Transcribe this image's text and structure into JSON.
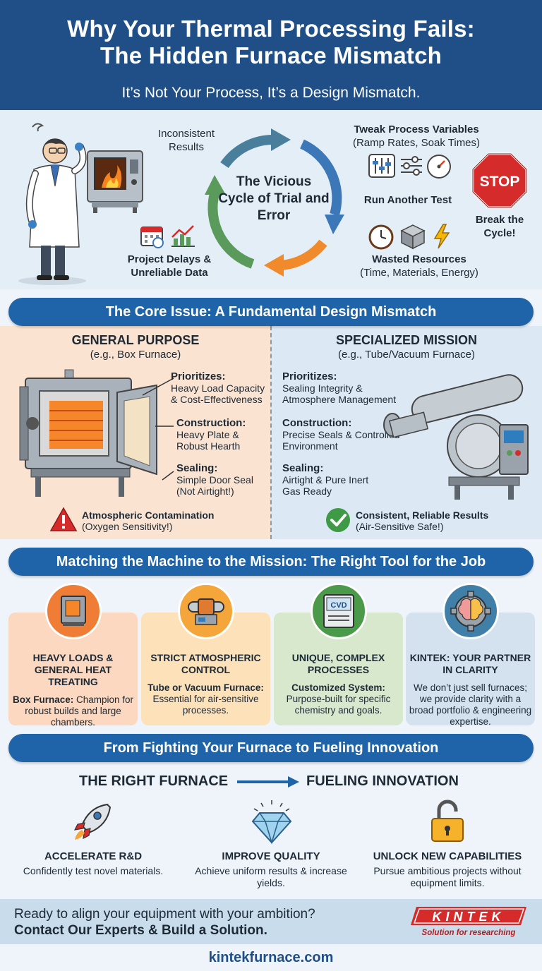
{
  "header": {
    "title_line1": "Why Your Thermal Processing Fails:",
    "title_line2": "The Hidden Furnace Mismatch",
    "subtitle": "It’s Not Your Process, It’s a Design Mismatch."
  },
  "cycle": {
    "title": "The Vicious Cycle of Trial and Error",
    "inconsistent": "Inconsistent Results",
    "tweak_title": "Tweak Process Variables",
    "tweak_detail": "(Ramp Rates, Soak Times)",
    "run_test": "Run Another Test",
    "wasted_title": "Wasted Resources",
    "wasted_detail": "(Time, Materials, Energy)",
    "delays": "Project Delays & Unreliable Data",
    "stop_sign": "STOP",
    "break_cycle": "Break the Cycle!"
  },
  "core": {
    "heading": "The Core Issue: A Fundamental Design Mismatch",
    "left": {
      "title": "GENERAL PURPOSE",
      "subtitle": "(e.g., Box Furnace)",
      "f1_head": "Prioritizes:",
      "f1_text": "Heavy Load Capacity & Cost-Effectiveness",
      "f2_head": "Construction:",
      "f2_text": "Heavy Plate & Robust Hearth",
      "f3_head": "Sealing:",
      "f3_text": "Simple Door Seal (Not Airtight!)",
      "warn_title": "Atmospheric Contamination",
      "warn_detail": "(Oxygen Sensitivity!)"
    },
    "right": {
      "title": "SPECIALIZED MISSION",
      "subtitle": "(e.g., Tube/Vacuum Furnace)",
      "f1_head": "Prioritizes:",
      "f1_text": "Sealing Integrity & Atmosphere Management",
      "f2_head": "Construction:",
      "f2_text": "Precise Seals & Controlled Environment",
      "f3_head": "Sealing:",
      "f3_text": "Airtight & Pure Inert Gas Ready",
      "ok_title": "Consistent, Reliable Results",
      "ok_detail": "(Air-Sensitive Safe!)"
    }
  },
  "matching": {
    "heading": "Matching the Machine to the Mission: The Right Tool for the Job",
    "cards": [
      {
        "title": "HEAVY LOADS & GENERAL HEAT TREATING",
        "lead": "Box Furnace:",
        "text": "Champion for robust builds and large chambers."
      },
      {
        "title": "STRICT ATMOSPHERIC CONTROL",
        "lead": "Tube or Vacuum Furnace:",
        "text": "Essential for air-sensitive processes."
      },
      {
        "title": "UNIQUE, COMPLEX PROCESSES",
        "lead": "Customized System:",
        "text": "Purpose-built for specific chemistry and goals."
      },
      {
        "title": "KINTEK: YOUR PARTNER IN CLARITY",
        "lead": "",
        "text": "We don’t just sell furnaces; we provide clarity with a broad portfolio & engineering expertise."
      }
    ],
    "cvd_label": "CVD"
  },
  "innovation": {
    "heading": "From Fighting Your Furnace to Fueling Innovation",
    "left": "THE RIGHT FURNACE",
    "right": "FUELING INNOVATION",
    "benefits": [
      {
        "title": "ACCELERATE R&D",
        "text": "Confidently test novel materials."
      },
      {
        "title": "IMPROVE QUALITY",
        "text": "Achieve uniform results & increase yields."
      },
      {
        "title": "UNLOCK NEW CAPABILITIES",
        "text": "Pursue ambitious projects without equipment limits."
      }
    ]
  },
  "cta": {
    "line1": "Ready to align your equipment with your ambition?",
    "line2": "Contact Our Experts & Build a Solution.",
    "logo_text": "KINTEK",
    "logo_tagline": "Solution for researching",
    "website": "kintekfurnace.com"
  },
  "colors": {
    "navy": "#1f4f86",
    "pill": "#1f64a8",
    "orange": "#f08a2a",
    "green": "#4a9a4a",
    "red": "#d62b2b"
  }
}
